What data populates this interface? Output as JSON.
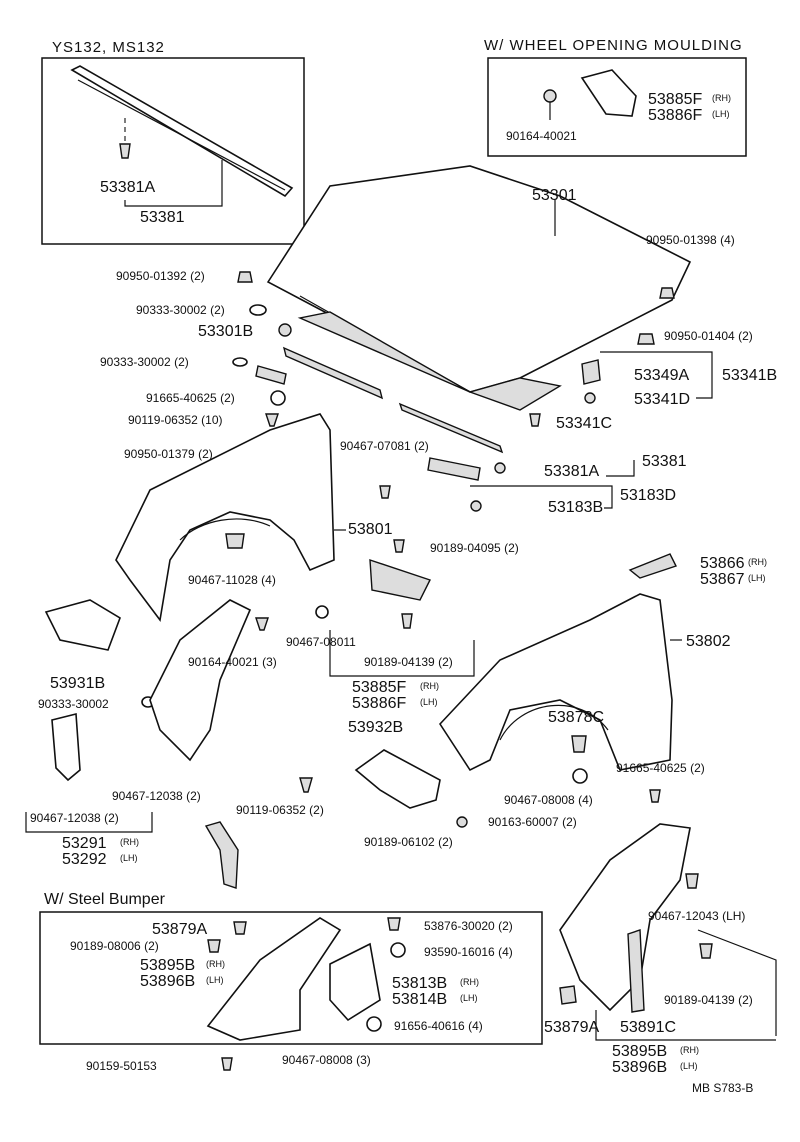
{
  "insets": {
    "ys132": {
      "title": "YS132, MS132",
      "part_a": "53381A",
      "part_b": "53381"
    },
    "wheel_opening": {
      "title": "W/ WHEEL OPENING MOULDING",
      "rh_part": "53885F",
      "lh_part": "53886F",
      "rh": "(RH)",
      "lh": "(LH)",
      "screw": "90164-40021"
    },
    "steel_bumper": {
      "title": "W/ Steel Bumper"
    }
  },
  "labels": {
    "hood": "53301",
    "bolt_398": "90950-01398 (4)",
    "bolt_392": "90950-01392 (2)",
    "plug_002a": "90333-30002 (2)",
    "cushion": "53301B",
    "plug_002b": "90333-30002 (2)",
    "clip_625": "91665-40625 (2)",
    "screw_352": "90119-06352 (10)",
    "grommet_379": "90950-01379 (2)",
    "grommet_404": "90950-01404 (2)",
    "part_53349a": "53349A",
    "part_53341b": "53341B",
    "part_53341d": "53341D",
    "part_53341c": "53341C",
    "clip_081": "90467-07081 (2)",
    "part_53381": "53381",
    "part_53381a": "53381A",
    "part_53183b": "53183B",
    "part_53183d": "53183D",
    "fender_lh": "53801",
    "nut_095": "90189-04095 (2)",
    "clip_028": "90467-11028 (4)",
    "rh_mark": "(RH)",
    "lh_mark": "(LH)",
    "ext_rh": "53866",
    "ext_lh": "53867",
    "fender_rh": "53802",
    "screw_021": "90164-40021 (3)",
    "clip_011": "90467-08011",
    "nut_139": "90189-04139 (2)",
    "mould_rh": "53885F",
    "mould_lh": "53886F",
    "brace": "53931B",
    "plug_002c": "90333-30002",
    "seal_878c": "53878C",
    "bracket_932b": "53932B",
    "clip_625b": "91665-40625 (2)",
    "clip_038a": "90467-12038 (2)",
    "clip_038b": "90467-12038 (2)",
    "clip_008": "90467-08008 (4)",
    "screw_352b": "90119-06352 (2)",
    "screw_007": "90163-60007 (2)",
    "nut_102": "90189-06102 (2)",
    "seal_291": "53291",
    "seal_292": "53292",
    "clip_043": "90467-12043 (LH)",
    "bumper_879a": "53879A",
    "bumper_nut_006": "90189-08006 (2)",
    "bumper_895b": "53895B",
    "bumper_896b": "53896B",
    "bumper_876": "53876-30020 (2)",
    "bumper_593": "93590-16016 (4)",
    "bumper_813b": "53813B",
    "bumper_814b": "53814B",
    "bumper_616": "91656-40616 (4)",
    "bumper_153": "90159-50153",
    "bumper_008": "90467-08008 (3)",
    "liner_879a": "53879A",
    "liner_891c": "53891C",
    "liner_nut_139": "90189-04139 (2)",
    "liner_895b": "53895B",
    "liner_896b": "53896B",
    "ref": "MB S783-B"
  }
}
